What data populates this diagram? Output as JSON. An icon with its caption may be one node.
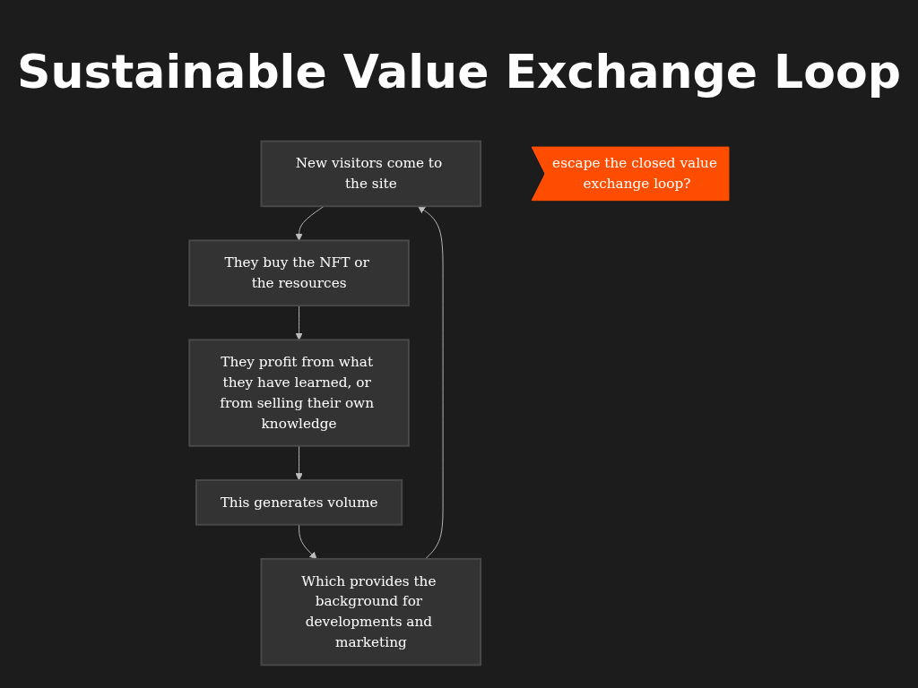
{
  "diagram": {
    "title": "Sustainable Value Exchange Loop",
    "nodes": [
      {
        "text": [
          "New visitors come to the site"
        ]
      },
      {
        "text": [
          "They buy the NFT or the resources"
        ]
      },
      {
        "text": [
          "They profit from what they have learned, or from selling their own knowledge"
        ]
      },
      {
        "text": [
          "This generates volume"
        ]
      },
      {
        "text": [
          "Which provides the background for developments and marketing"
        ]
      },
      {
        "text": [
          "escape the closed value exchange loop?"
        ]
      }
    ],
    "edges": [
      {
        "from": 0,
        "to": 1,
        "arrow": "to"
      },
      {
        "from": 1,
        "to": 2,
        "arrow": "to"
      },
      {
        "from": 2,
        "to": 3,
        "arrow": "to"
      },
      {
        "from": 3,
        "to": 4,
        "arrow": "to"
      },
      {
        "from": 4,
        "to": 0,
        "arrow": "to"
      }
    ]
  }
}
